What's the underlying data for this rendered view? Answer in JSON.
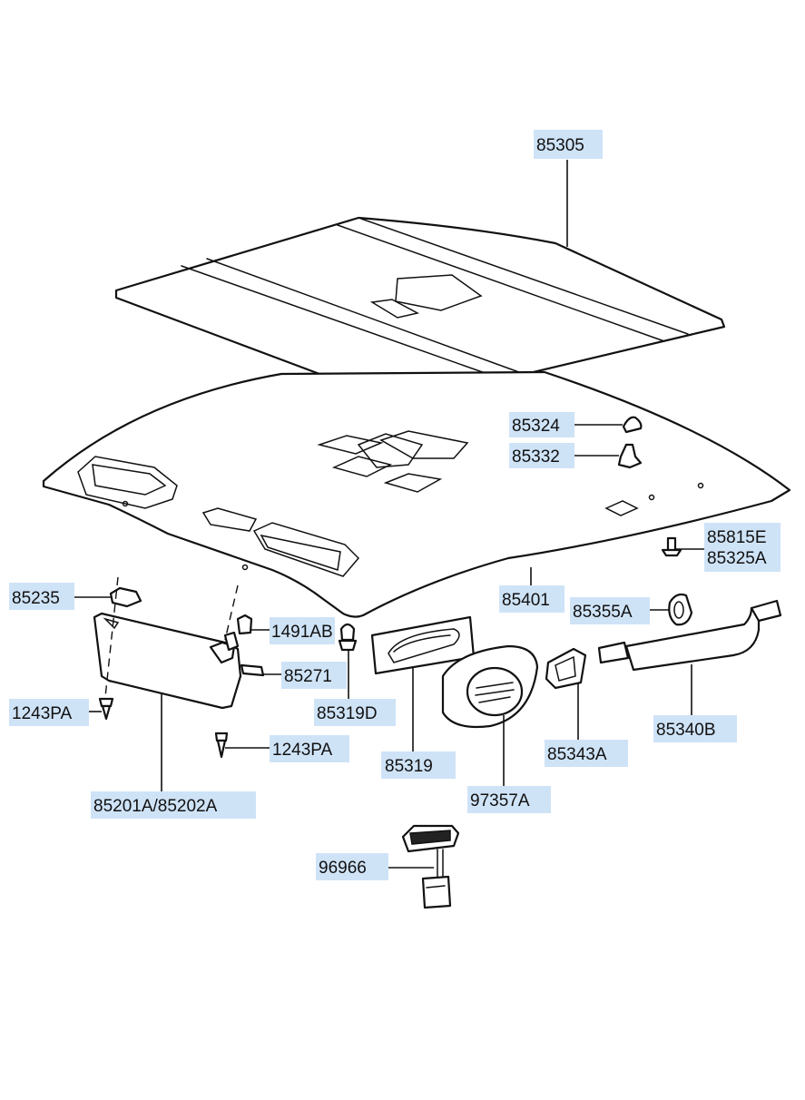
{
  "diagram": {
    "callouts": [
      {
        "id": "headlining-outer",
        "label": "85305"
      },
      {
        "id": "clip-a",
        "label": "85324"
      },
      {
        "id": "clip-b",
        "label": "85332"
      },
      {
        "id": "headlining-main",
        "label": "85401"
      },
      {
        "id": "fastener-right",
        "label_line1": "85815E",
        "label_line2": "85325A"
      },
      {
        "id": "retainer-left",
        "label": "85235"
      },
      {
        "id": "clip-c",
        "label": "1491AB"
      },
      {
        "id": "holder",
        "label": "85271"
      },
      {
        "id": "screw-top",
        "label": "85319D"
      },
      {
        "id": "screw-left",
        "label": "1243PA"
      },
      {
        "id": "screw-bottom",
        "label": "1243PA"
      },
      {
        "id": "sunvisor",
        "label": "85201A/85202A"
      },
      {
        "id": "grille-plate",
        "label": "85319"
      },
      {
        "id": "vent-grille",
        "label": "97357A"
      },
      {
        "id": "cover-small",
        "label": "85343A"
      },
      {
        "id": "hook",
        "label": "85355A"
      },
      {
        "id": "assist-handle",
        "label": "85340B"
      },
      {
        "id": "room-lamp",
        "label": "96966"
      }
    ]
  }
}
